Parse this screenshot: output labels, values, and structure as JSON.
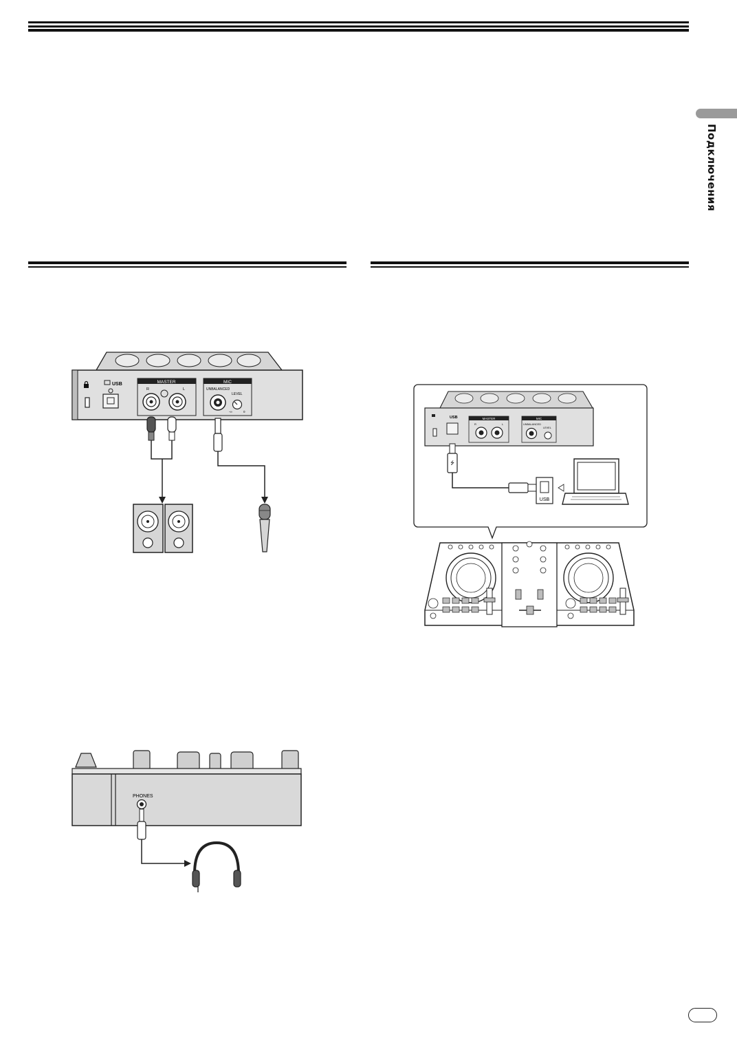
{
  "side_tab": {
    "label": "Подключения"
  },
  "fig_outputs": {
    "usb_label": "USB",
    "master_label": "MASTER",
    "r_label": "R",
    "l_label": "L",
    "mic_label": "MIC",
    "unbalanced_label": "UNBALANCED",
    "level_label": "LEVEL",
    "level_min": "-∞",
    "level_max": "0"
  },
  "fig_computer": {
    "usb_label": "USB",
    "master_label": "MASTER",
    "r_label": "R",
    "l_label": "L",
    "mic_label": "MIC",
    "unbalanced_label": "UNBALANCED",
    "level_label": "LEVEL",
    "port_label": "USB"
  },
  "fig_headphones": {
    "phones_label": "PHONES"
  }
}
